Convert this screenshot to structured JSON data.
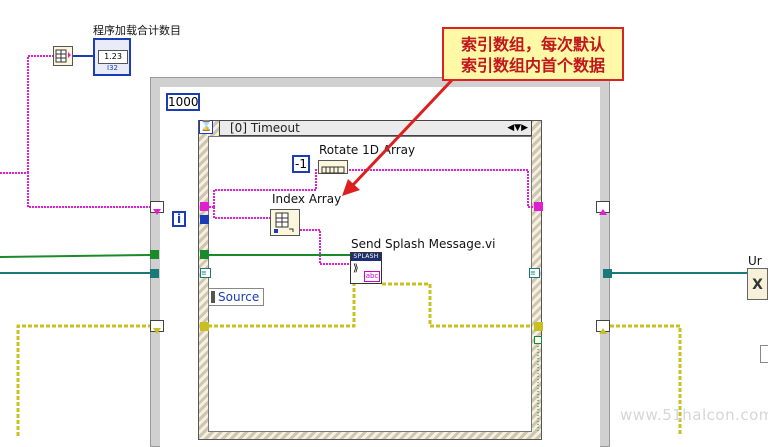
{
  "top_indicator": {
    "label": "程序加载合计数目",
    "value": "1.23",
    "type_tag": "I32"
  },
  "timeout_constant": "1000",
  "case_selector": {
    "label": "[0] Timeout",
    "arrows": "◀▼▶"
  },
  "iteration_terminal": "i",
  "stop_terminal": "⌛",
  "neg_one_constant": "-1",
  "functions": {
    "rotate_label": "Rotate 1D Array",
    "index_label": "Index Array",
    "splash_label": "Send Splash Message.vi",
    "splash_banner": "SPLASH",
    "splash_abc": "abc"
  },
  "source_label": "Source",
  "callout": {
    "line1": "索引数组，每次默认",
    "line2": "索引数组内首个数据"
  },
  "right_label": "Ur",
  "right_icon": "X",
  "watermark": "www.51halcon.com",
  "colors": {
    "pink_wire": "#e020d0",
    "green_wire": "#1a8a2a",
    "teal_wire": "#1a7a7a",
    "olive_wire": "#c8c020",
    "blue_constant": "#1a3db5",
    "callout_arrow": "#dd1f1f"
  }
}
